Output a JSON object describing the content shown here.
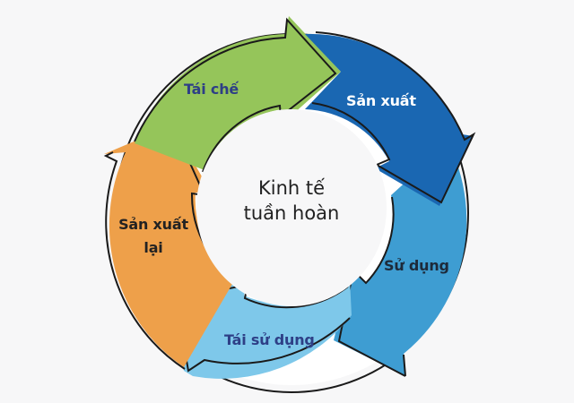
{
  "diagram": {
    "center_title_line1": "Kinh tế",
    "center_title_line2": "tuần hoàn",
    "stages": [
      {
        "label": "Tái chế",
        "color": "#95c55a",
        "text_color": "#2e3f86"
      },
      {
        "label": "Sản xuất",
        "color": "#1a67b2",
        "text_color": "#ffffff"
      },
      {
        "label": "Sử dụng",
        "color": "#3e9dd2",
        "text_color": "#1d2a3a"
      },
      {
        "label": "Tái sử dụng",
        "color": "#7ec8ea",
        "text_color": "#2e3f86"
      },
      {
        "label": "Sản xuất lại_line1",
        "color": "#eea04a",
        "text_color": "#222222"
      }
    ],
    "labels": {
      "tai_che": "Tái chế",
      "san_xuat": "Sản xuất",
      "su_dung": "Sử dụng",
      "tai_su_dung": "Tái sử dụng",
      "san_xuat_lai_1": "Sản xuất",
      "san_xuat_lai_2": "lại"
    }
  }
}
